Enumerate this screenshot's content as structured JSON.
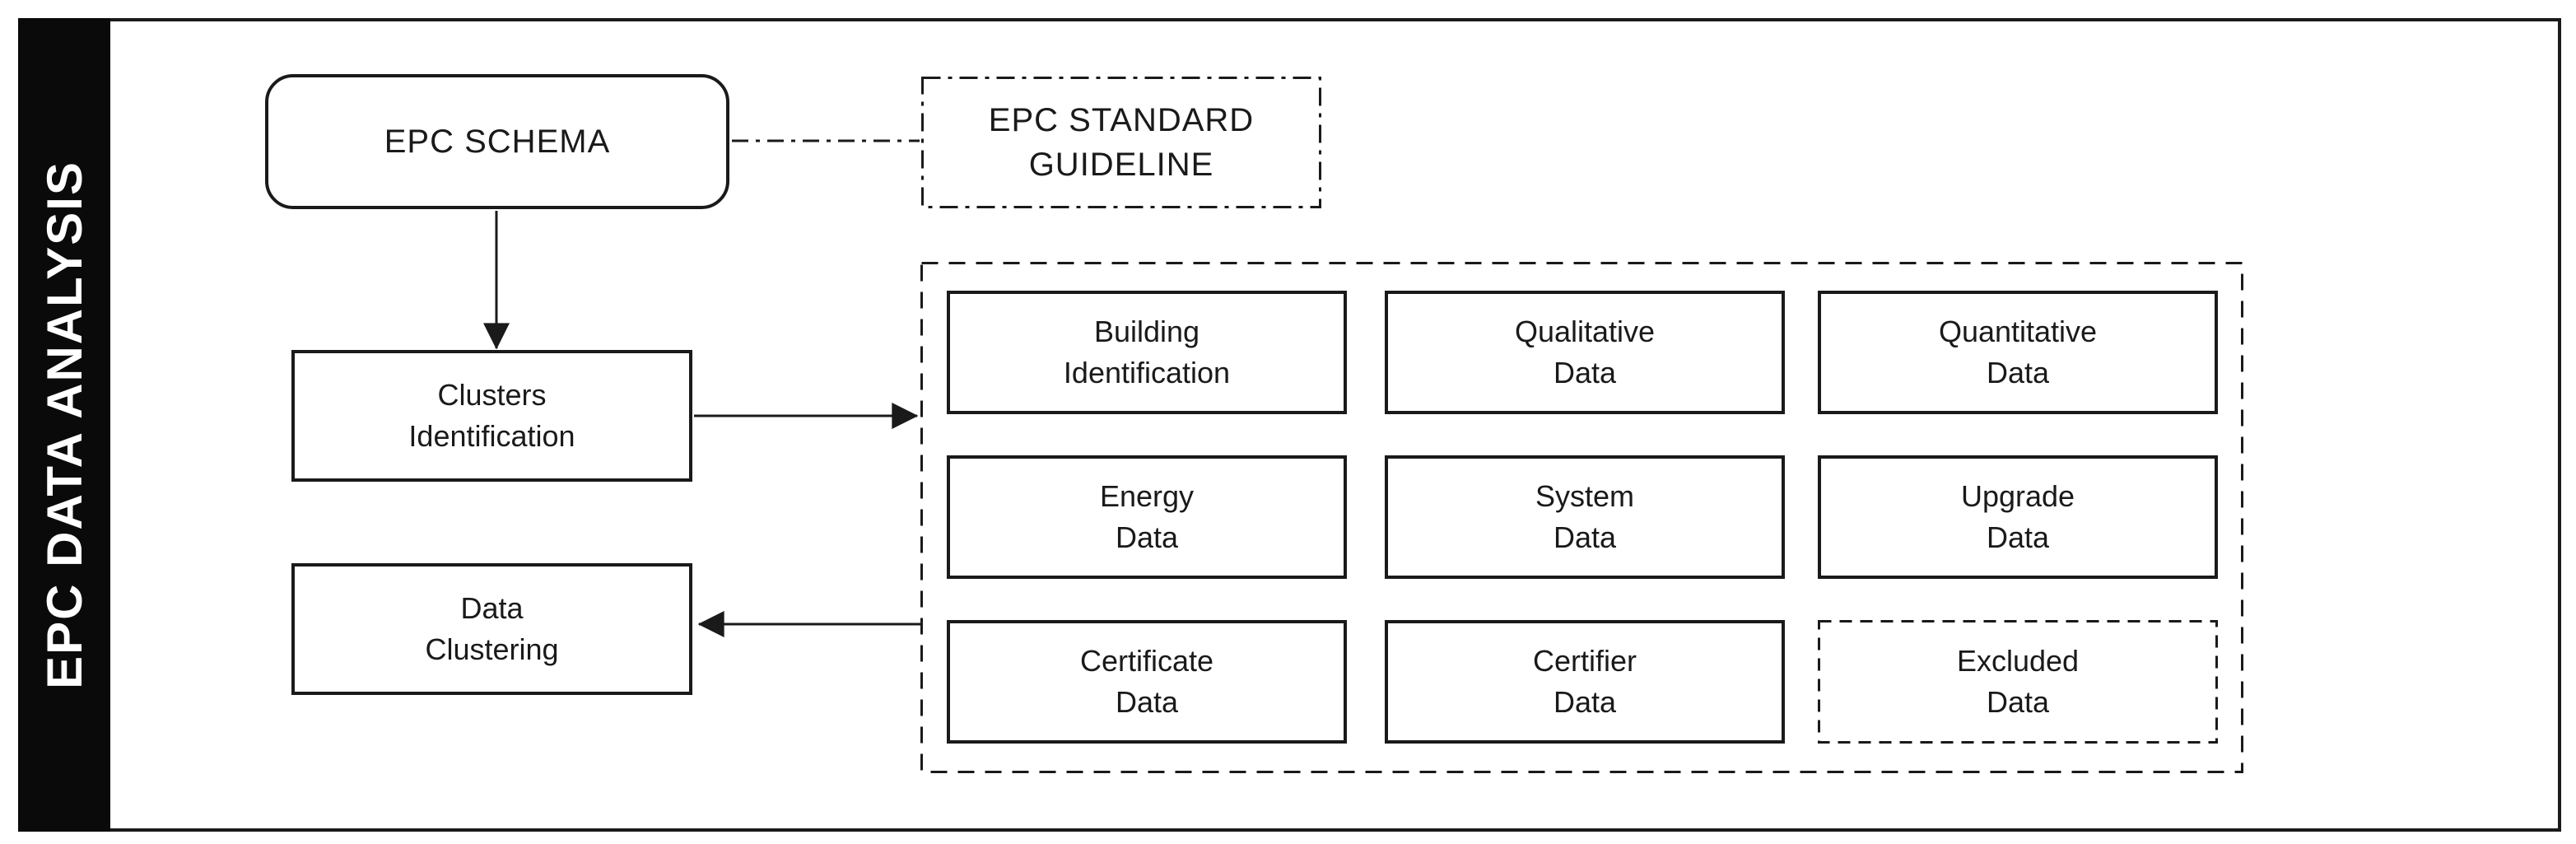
{
  "diagram": {
    "sidebar": {
      "title": "EPC DATA ANALYSIS"
    },
    "nodes": {
      "epc_schema": {
        "label": "EPC SCHEMA"
      },
      "guideline": {
        "label": "EPC STANDARD\nGUIDELINE"
      },
      "clusters": {
        "label": "Clusters\nIdentification"
      },
      "data_clustering": {
        "label": "Data\nClustering"
      }
    },
    "grid": {
      "items": [
        {
          "label": "Building\nIdentification",
          "style": "solid"
        },
        {
          "label": "Qualitative\nData",
          "style": "solid"
        },
        {
          "label": "Quantitative\nData",
          "style": "solid"
        },
        {
          "label": "Energy\nData",
          "style": "solid"
        },
        {
          "label": "System\nData",
          "style": "solid"
        },
        {
          "label": "Upgrade\nData",
          "style": "solid"
        },
        {
          "label": "Certificate\nData",
          "style": "solid"
        },
        {
          "label": "Certifier\nData",
          "style": "solid"
        },
        {
          "label": "Excluded\nData",
          "style": "dashed"
        }
      ]
    },
    "colors": {
      "stroke": "#1a1a1a",
      "sidebar_bg": "#0a0a0a",
      "sidebar_text": "#ffffff",
      "node_bg": "#ffffff"
    }
  }
}
